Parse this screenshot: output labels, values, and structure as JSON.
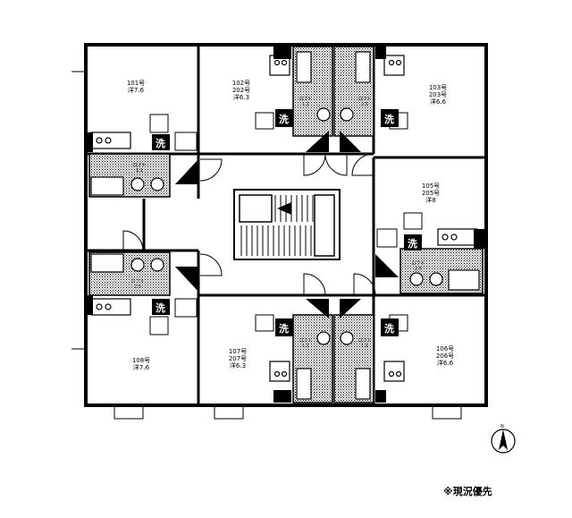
{
  "note": "※現況優先",
  "compass_label": "N",
  "colors": {
    "wall": "#000000",
    "stipple": "#d8d8d8",
    "floor": "#ffffff"
  },
  "rooms": [
    {
      "id": "r101",
      "lines": [
        "101号",
        "洋7.6"
      ]
    },
    {
      "id": "r102",
      "lines": [
        "102号",
        "202号",
        "洋6.3"
      ]
    },
    {
      "id": "r103",
      "lines": [
        "103号",
        "203号",
        "洋6.6"
      ]
    },
    {
      "id": "r105",
      "lines": [
        "105号",
        "205号",
        "洋8"
      ]
    },
    {
      "id": "r108",
      "lines": [
        "108号",
        "洋7.6"
      ]
    },
    {
      "id": "r107",
      "lines": [
        "107号",
        "207号",
        "洋6.3"
      ]
    },
    {
      "id": "r106",
      "lines": [
        "106号",
        "206号",
        "洋6.6"
      ]
    }
  ],
  "loft_label": "ロフト",
  "loft_values": [
    "1.1",
    "1.1",
    "2.5",
    "2.5",
    "1.1",
    "1.1",
    "2.5"
  ],
  "wash_label": "洗"
}
